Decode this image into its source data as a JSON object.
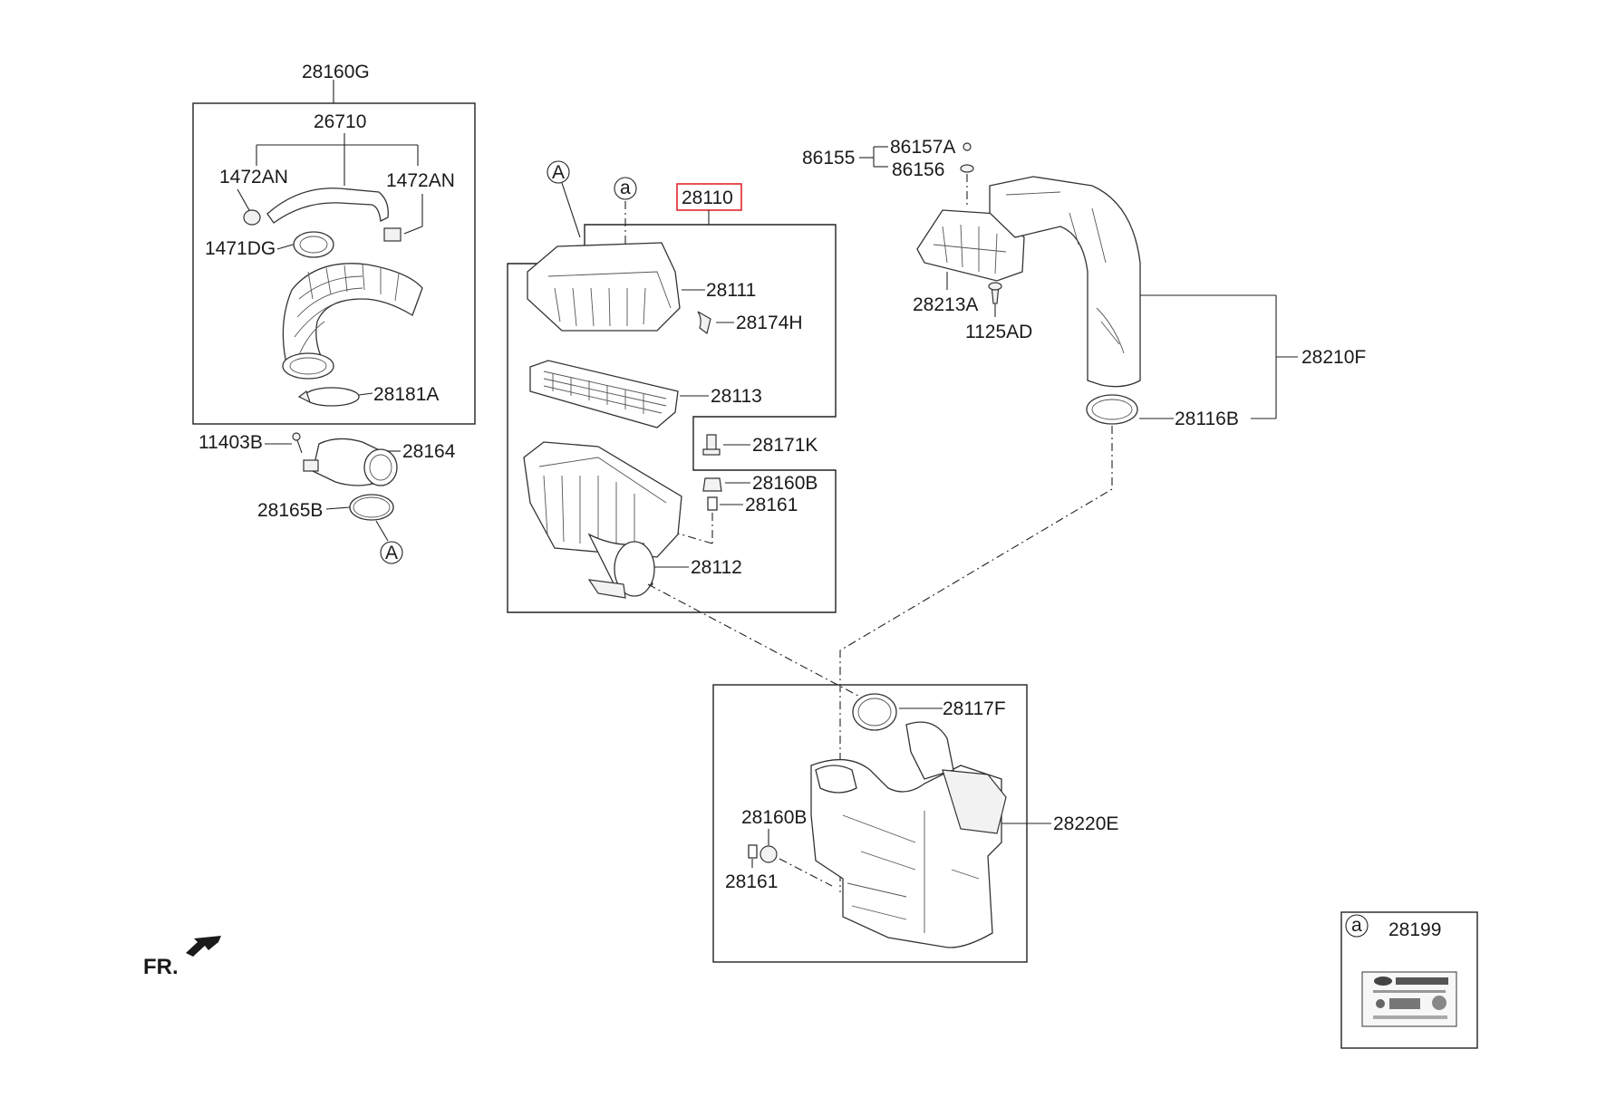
{
  "labels": {
    "assy_28160G": "28160G",
    "hose_26710": "26710",
    "clamp_1472AN_left": "1472AN",
    "clamp_1472AN_right": "1472AN",
    "clamp_1471DG": "1471DG",
    "clamp_28181A": "28181A",
    "bolt_11403B": "11403B",
    "sensor_28164": "28164",
    "gasket_28165B": "28165B",
    "ref_A_left": "A",
    "ref_A_center": "A",
    "ref_a_center": "a",
    "assy_28110": "28110",
    "cover_28111": "28111",
    "clip_28174H": "28174H",
    "filter_28113": "28113",
    "bolt_28171K": "28171K",
    "insulator_28160B_top": "28160B",
    "collar_28161_top": "28161",
    "body_28112": "28112",
    "bolt_86155": "86155",
    "bolt_86157A": "86157A",
    "washer_86156": "86156",
    "bracket_28213A": "28213A",
    "bolt_1125AD": "1125AD",
    "duct_28210F": "28210F",
    "seal_28116B": "28116B",
    "seal_28117F": "28117F",
    "insulator_28160B_bottom": "28160B",
    "collar_28161_bottom": "28161",
    "resonator_28220E": "28220E",
    "front_marker": "FR.",
    "label_28199": "28199",
    "label_ref_a": "a"
  },
  "highlight_color": "#e0262b"
}
